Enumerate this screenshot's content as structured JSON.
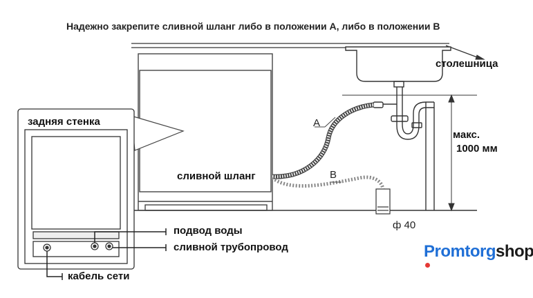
{
  "title": "Надежно закрепите сливной шланг либо в положении А, либо в положении В",
  "labels": {
    "countertop": "столешница",
    "back_wall": "задняя стенка",
    "drain_hose": "сливной шланг",
    "max_height_line1": "макс.",
    "max_height_line2": "1000 мм",
    "position_a": "A",
    "position_b": "B",
    "diameter": "ф 40",
    "water_supply": "подвод воды",
    "drain_pipe": "сливной трубопровод",
    "power_cable": "кабель сети"
  },
  "logo": {
    "part1": "Promtorg",
    "part2": "shop",
    "color_primary": "#1f6fd6",
    "color_secondary": "#1b1b1b",
    "dot_color": "#e53935"
  }
}
